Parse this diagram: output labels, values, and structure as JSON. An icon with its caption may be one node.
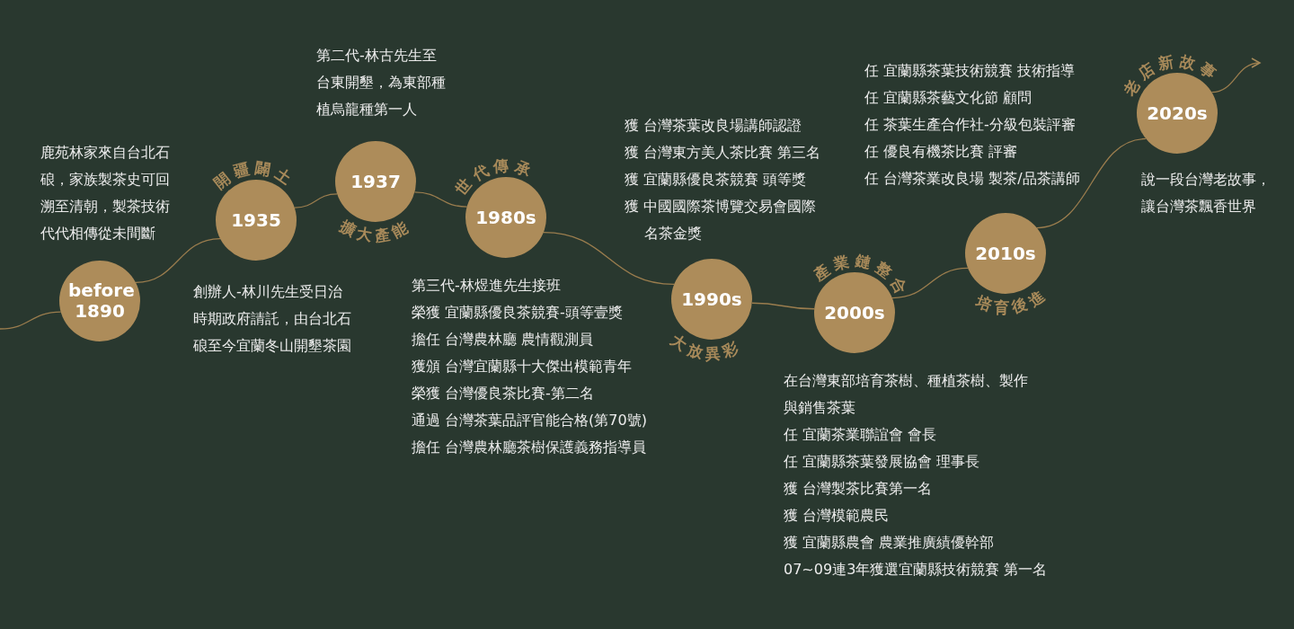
{
  "diagram": {
    "nodes": [
      {
        "text": [
          "before 1890"
        ],
        "beside": [
          "鹿苑林家來自台北石硠，家族製茶史可回溯至清朝，製茶技術代代相傳從未間斷"
        ]
      },
      {
        "text": [
          "開疆闢土",
          "1935"
        ],
        "beside": [
          "創辦人-林川先生受日治時期政府請託，由台北石硠至今宜蘭冬山開墾茶園"
        ]
      },
      {
        "text": [
          "1937",
          "擴大產能"
        ],
        "beside": [
          "第二代-林古先生至台東開墾，為東部種植烏龍種第一人"
        ]
      },
      {
        "text": [
          "世代傳承",
          "1980s"
        ],
        "beside": [
          "第三代-林煜進先生接班",
          "榮獲 宜蘭縣優良茶競賽-頭等壹獎",
          "擔任 台灣農林廳 農情觀測員",
          "獲頒 台灣宜蘭縣十大傑出模範青年",
          "榮獲 台灣優良茶比賽-第二名",
          "通過 台灣茶葉品評官能合格(第70號)",
          "擔任 台灣農林廳茶樹保護義務指導員"
        ]
      },
      {
        "text": [
          "1990s",
          "大放異彩"
        ],
        "beside": [
          "獲 台灣茶葉改良場講師認證",
          "獲 台灣東方美人茶比賽 第三名",
          "獲 宜蘭縣優良茶競賽 頭等獎",
          "獲 中國國際茶博覽交易會國際名茶金獎"
        ]
      },
      {
        "text": [
          "產業鏈整合",
          "2000s"
        ],
        "beside": [
          "在台灣東部培育茶樹、種植茶樹、製作與銷售茶葉",
          "任 宜蘭茶業聯誼會 會長",
          "任 宜蘭縣茶葉發展協會 理事長",
          "獲 台灣製茶比賽第一名",
          "獲 台灣模範農民",
          "獲 宜蘭縣農會 農業推廣績優幹部",
          "07~09連3年獲選宜蘭縣技術競賽 第一名"
        ]
      },
      {
        "text": [
          "2010s",
          "培育後進"
        ],
        "beside": [
          "任 宜蘭縣茶葉技術競賽 技術指導",
          "任 宜蘭縣茶藝文化節 顧問",
          "任 茶葉生產合作社-分級包裝評審",
          "任 優良有機茶比賽 評審",
          "任 台灣茶業改良場 製茶/品茶講師"
        ]
      },
      {
        "text": [
          "老店新故事",
          "2020s"
        ],
        "beside": [
          "說一段台灣老故事，讓台灣茶飄香世界"
        ]
      }
    ],
    "edges": [
      {
        "from": null,
        "to": 0,
        "arrow": "none"
      },
      {
        "from": 0,
        "to": 1,
        "arrow": "none"
      },
      {
        "from": 1,
        "to": 2,
        "arrow": "none"
      },
      {
        "from": 2,
        "to": 3,
        "arrow": "none"
      },
      {
        "from": 3,
        "to": 4,
        "arrow": "none"
      },
      {
        "from": 4,
        "to": 5,
        "arrow": "none"
      },
      {
        "from": 5,
        "to": 6,
        "arrow": "none"
      },
      {
        "from": 6,
        "to": 7,
        "arrow": "none"
      },
      {
        "from": 7,
        "to": null,
        "arrow": "to"
      }
    ]
  }
}
